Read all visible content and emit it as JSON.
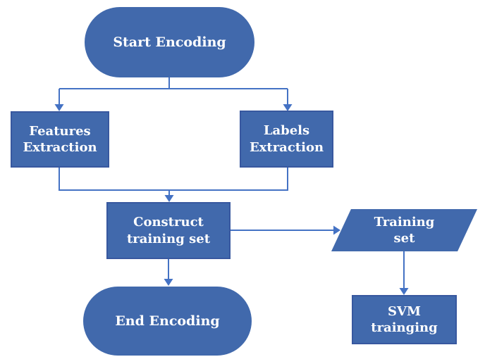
{
  "diagram": {
    "type": "flowchart",
    "colors": {
      "node_fill": "#4169AC",
      "node_border": "#38589F",
      "connector": "#4472C4",
      "text": "#ffffff",
      "background": "#ffffff"
    },
    "nodes": {
      "start": {
        "label": "Start Encoding",
        "shape": "terminator"
      },
      "features": {
        "label": "Features\nExtraction",
        "shape": "process"
      },
      "labels": {
        "label": "Labels\nExtraction",
        "shape": "process"
      },
      "construct": {
        "label": "Construct\ntraining set",
        "shape": "process"
      },
      "training_set": {
        "label": "Training\nset",
        "shape": "data-parallelogram"
      },
      "end": {
        "label": "End Encoding",
        "shape": "terminator"
      },
      "svm": {
        "label": "SVM\ntrainging",
        "shape": "process"
      }
    },
    "edges": [
      {
        "from": "start",
        "to": "features"
      },
      {
        "from": "start",
        "to": "labels"
      },
      {
        "from": "features",
        "to": "construct"
      },
      {
        "from": "labels",
        "to": "construct"
      },
      {
        "from": "construct",
        "to": "training_set"
      },
      {
        "from": "construct",
        "to": "end"
      },
      {
        "from": "training_set",
        "to": "svm"
      }
    ]
  }
}
